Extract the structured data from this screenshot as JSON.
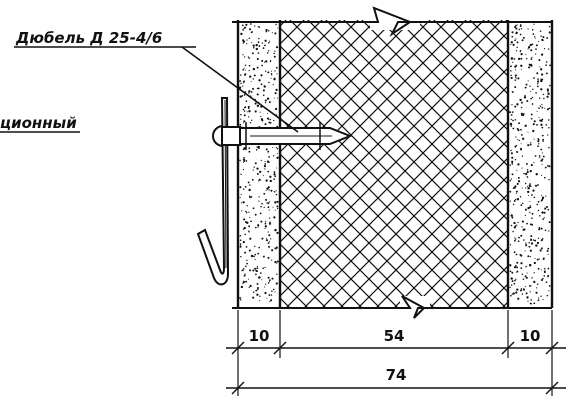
{
  "labels": {
    "dowel": "Дюбель Д 25-4/6",
    "left_note": "ционный"
  },
  "dimensions": {
    "left_layer": "10",
    "core": "54",
    "right_layer": "10",
    "total": "74"
  },
  "colors": {
    "ink": "#111111",
    "paper": "#ffffff"
  }
}
